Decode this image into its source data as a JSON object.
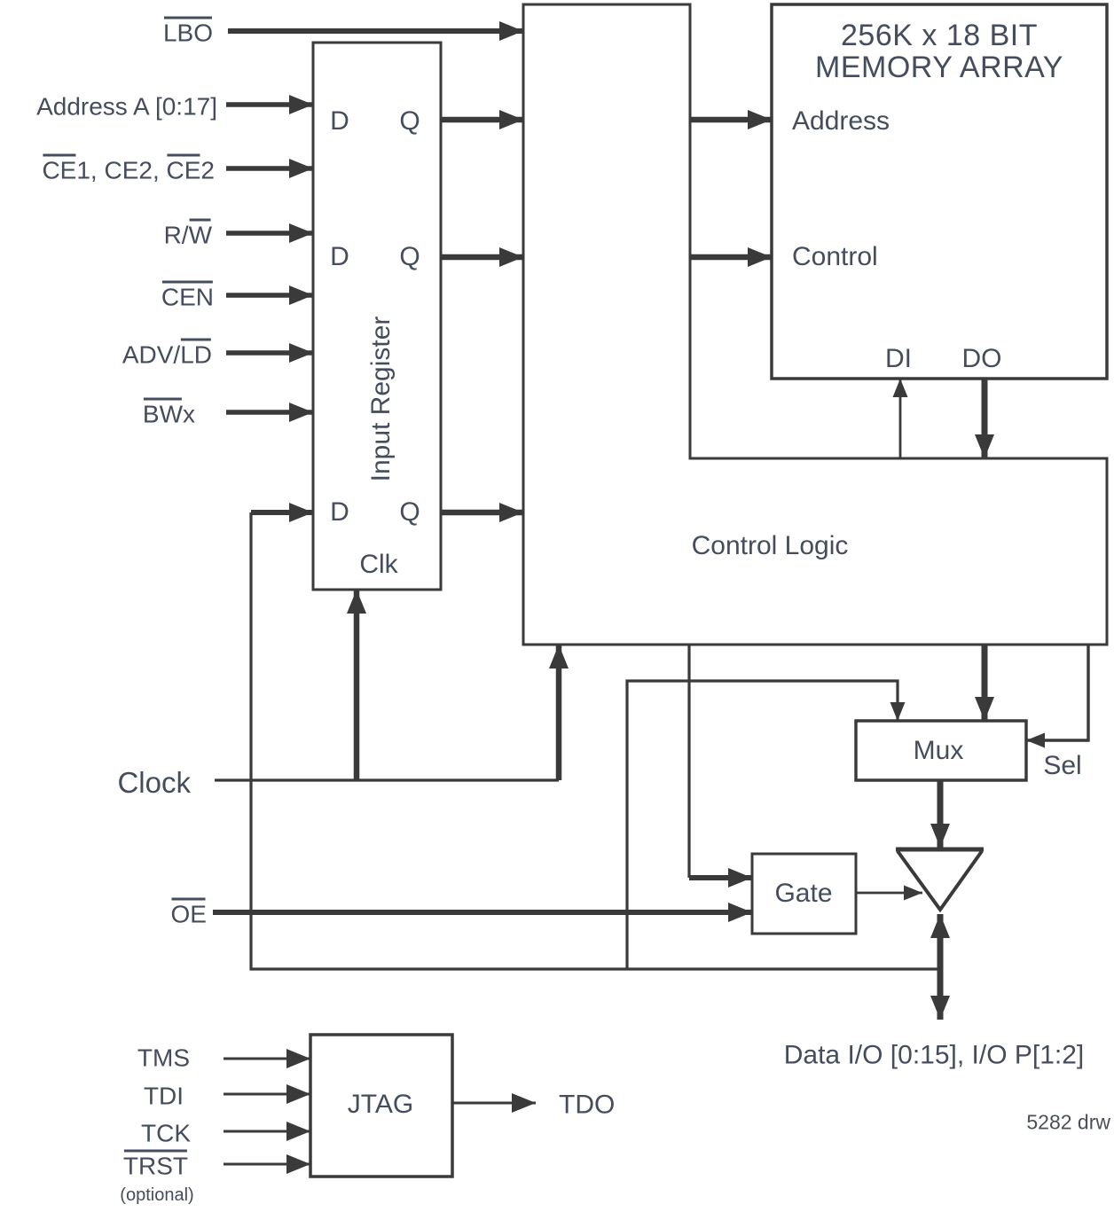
{
  "blocks": {
    "input_register": {
      "label": "Input Register",
      "d": "D",
      "q": "Q",
      "clk": "Clk"
    },
    "control_logic": {
      "label": "Control Logic"
    },
    "memory_array": {
      "title1": "256K x 18 BIT",
      "title2": "MEMORY ARRAY",
      "address": "Address",
      "control": "Control",
      "di": "DI",
      "do": "DO"
    },
    "mux": {
      "label": "Mux",
      "sel": "Sel"
    },
    "gate": {
      "label": "Gate"
    },
    "jtag": {
      "label": "JTAG"
    }
  },
  "signals": {
    "lbo": {
      "segments": [
        {
          "text": "LBO",
          "bar": true
        }
      ]
    },
    "address_a": {
      "segments": [
        {
          "text": "Address A [0:17]",
          "bar": false
        }
      ]
    },
    "ce": {
      "segments": [
        {
          "text": "CE",
          "bar": true
        },
        {
          "text": "1, CE2, ",
          "bar": false
        },
        {
          "text": "CE",
          "bar": true
        },
        {
          "text": "2",
          "bar": false
        }
      ]
    },
    "rw": {
      "segments": [
        {
          "text": "R/",
          "bar": false
        },
        {
          "text": "W",
          "bar": true
        }
      ]
    },
    "cen": {
      "segments": [
        {
          "text": "CEN",
          "bar": true
        }
      ]
    },
    "adv_ld": {
      "segments": [
        {
          "text": "ADV/",
          "bar": false
        },
        {
          "text": "LD",
          "bar": true
        }
      ]
    },
    "bwx": {
      "segments": [
        {
          "text": "BW",
          "bar": true
        },
        {
          "text": "x",
          "bar": false
        }
      ]
    },
    "clock": {
      "segments": [
        {
          "text": "Clock",
          "bar": false
        }
      ]
    },
    "oe": {
      "segments": [
        {
          "text": "OE",
          "bar": true
        }
      ]
    },
    "tms": {
      "segments": [
        {
          "text": "TMS",
          "bar": false
        }
      ]
    },
    "tdi": {
      "segments": [
        {
          "text": "TDI",
          "bar": false
        }
      ]
    },
    "tck": {
      "segments": [
        {
          "text": "TCK",
          "bar": false
        }
      ]
    },
    "trst": {
      "segments": [
        {
          "text": "TRST",
          "bar": true
        }
      ],
      "note": "(optional)"
    },
    "tdo": {
      "segments": [
        {
          "text": "TDO",
          "bar": false
        }
      ]
    },
    "data_io": {
      "segments": [
        {
          "text": "Data I/O [0:15], I/O P[1:2]",
          "bar": false
        }
      ]
    }
  },
  "annotations": {
    "drawing_number": "5282 drw"
  },
  "colors": {
    "line": "#3a3a3a",
    "text": "#454d5c",
    "buffer_top": "#b0b0b0"
  }
}
